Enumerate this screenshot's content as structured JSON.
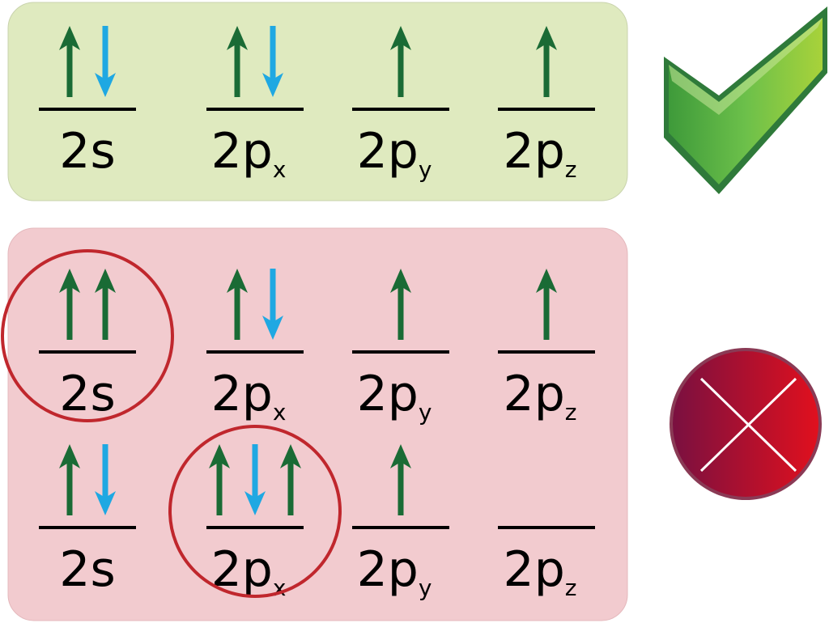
{
  "colors": {
    "correct_panel": "#dfeabf",
    "incorrect_panel": "#f2cbcf",
    "spin_up": "#1a6b35",
    "spin_down": "#1fa8e2",
    "violation_circle": "#c0272d",
    "check": "#5fb030",
    "cross_badge_start": "#7a1040",
    "cross_badge_end": "#e0101e"
  },
  "icons": {
    "correct": "check-icon",
    "incorrect": "cross-icon"
  },
  "panels": [
    {
      "name": "correct-panel",
      "status": "correct",
      "rows": [
        {
          "orbitals": [
            {
              "base": "2",
              "letter": "s",
              "sub": "",
              "spins": [
                "up",
                "down"
              ],
              "highlight": false
            },
            {
              "base": "2",
              "letter": "p",
              "sub": "x",
              "spins": [
                "up",
                "down"
              ],
              "highlight": false
            },
            {
              "base": "2",
              "letter": "p",
              "sub": "y",
              "spins": [
                "up"
              ],
              "highlight": false
            },
            {
              "base": "2",
              "letter": "p",
              "sub": "z",
              "spins": [
                "up"
              ],
              "highlight": false
            }
          ]
        }
      ]
    },
    {
      "name": "incorrect-panel",
      "status": "incorrect",
      "rows": [
        {
          "orbitals": [
            {
              "base": "2",
              "letter": "s",
              "sub": "",
              "spins": [
                "up",
                "up"
              ],
              "highlight": true
            },
            {
              "base": "2",
              "letter": "p",
              "sub": "x",
              "spins": [
                "up",
                "down"
              ],
              "highlight": false
            },
            {
              "base": "2",
              "letter": "p",
              "sub": "y",
              "spins": [
                "up"
              ],
              "highlight": false
            },
            {
              "base": "2",
              "letter": "p",
              "sub": "z",
              "spins": [
                "up"
              ],
              "highlight": false
            }
          ]
        },
        {
          "orbitals": [
            {
              "base": "2",
              "letter": "s",
              "sub": "",
              "spins": [
                "up",
                "down"
              ],
              "highlight": false
            },
            {
              "base": "2",
              "letter": "p",
              "sub": "x",
              "spins": [
                "up",
                "down",
                "up"
              ],
              "highlight": true
            },
            {
              "base": "2",
              "letter": "p",
              "sub": "y",
              "spins": [
                "up"
              ],
              "highlight": false
            },
            {
              "base": "2",
              "letter": "p",
              "sub": "z",
              "spins": [],
              "highlight": false
            }
          ]
        }
      ]
    }
  ]
}
